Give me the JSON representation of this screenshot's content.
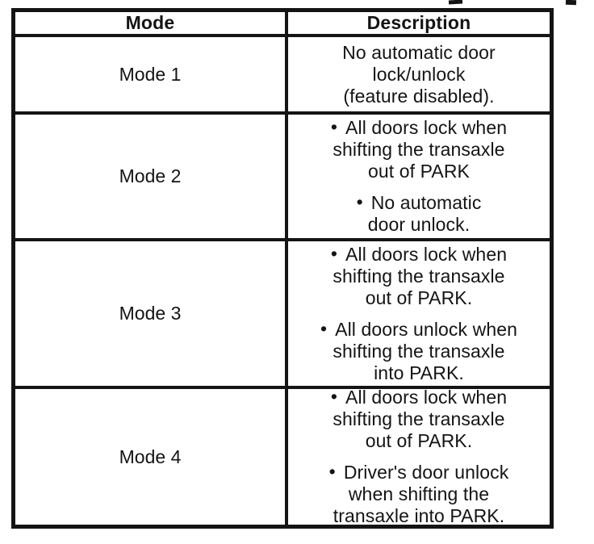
{
  "page": {
    "background": "#ffffff",
    "ink": "#141414"
  },
  "table": {
    "bullet_glyph": "•",
    "headers": {
      "mode": "Mode",
      "description": "Description"
    },
    "rows": [
      {
        "mode": "Mode 1",
        "items": [
          {
            "bullet": false,
            "lines": [
              "No automatic door",
              "lock/unlock",
              "(feature disabled)."
            ]
          }
        ]
      },
      {
        "mode": "Mode 2",
        "items": [
          {
            "bullet": true,
            "lines": [
              "All doors lock when",
              "shifting the transaxle",
              "out of PARK"
            ]
          },
          {
            "bullet": true,
            "lines": [
              "No automatic",
              "door unlock."
            ]
          }
        ]
      },
      {
        "mode": "Mode 3",
        "items": [
          {
            "bullet": true,
            "lines": [
              "All doors lock when",
              "shifting the transaxle",
              "out of PARK."
            ]
          },
          {
            "bullet": true,
            "lines": [
              "All doors unlock when",
              "shifting the transaxle",
              "into PARK."
            ]
          }
        ]
      },
      {
        "mode": "Mode 4",
        "items": [
          {
            "bullet": true,
            "lines": [
              "All doors lock when",
              "shifting the transaxle",
              "out of PARK."
            ]
          },
          {
            "bullet": true,
            "lines": [
              "Driver's door unlock",
              "when shifting the",
              "transaxle into PARK."
            ]
          }
        ]
      }
    ]
  }
}
